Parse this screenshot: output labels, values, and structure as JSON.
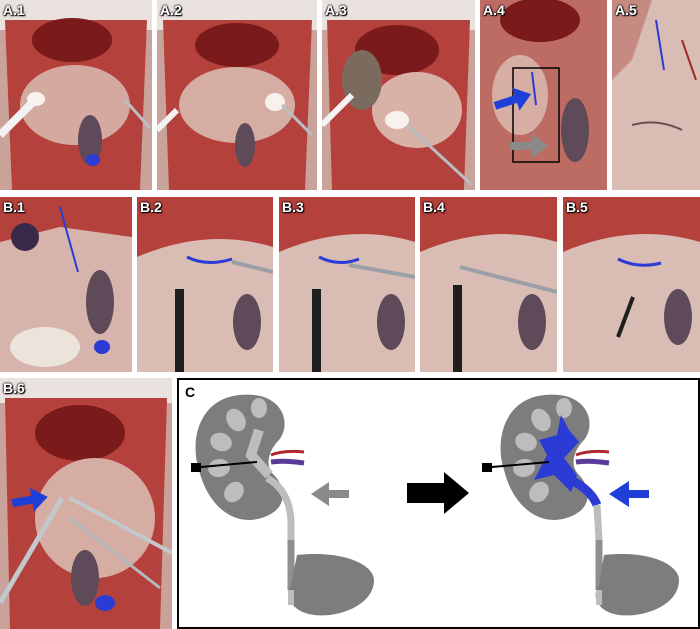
{
  "panels": {
    "a1": "A.1",
    "a2": "A.2",
    "a3": "A.3",
    "a4": "A.4",
    "a5": "A.5",
    "b1": "B.1",
    "b2": "B.2",
    "b3": "B.3",
    "b4": "B.4",
    "b5": "B.5",
    "b6": "B.6",
    "c": "C"
  },
  "colors": {
    "tissue": "#b5413c",
    "liver": "#7a1a1a",
    "intestine": "#c9a29a",
    "kidney_gray": "#7d7d7d",
    "hilum_light": "#bdbdbd",
    "artery_red": "#b0282c",
    "vein_purple": "#5a3b9a",
    "dye_blue": "#2a3bd6",
    "arrow_blue": "#1e3fd8",
    "arrow_gray": "#8a8a8a"
  },
  "icons": [
    "blue-arrow-icon",
    "gray-arrow-icon",
    "black-arrow-icon",
    "kidney-icon",
    "bladder-icon",
    "forceps-icon",
    "cotton-swab-icon",
    "needle-icon"
  ]
}
